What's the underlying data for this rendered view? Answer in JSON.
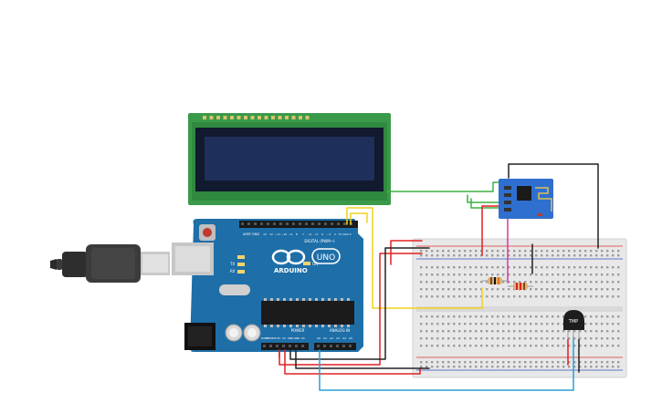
{
  "arduino": {
    "brand": "ARDUINO",
    "model": "UNO",
    "header_digital": "DIGITAL (PWM~)",
    "header_power": "POWER",
    "header_analog": "ANALOG IN",
    "label_aref": "AREF",
    "label_gnd": "GND",
    "label_tx": "TX",
    "label_rx": "RX",
    "label_on": "ON",
    "power_pins": [
      "IOREF",
      "RESET",
      "3.3V",
      "5V",
      "GND",
      "GND",
      "Vin"
    ],
    "analog_pins": [
      "A0",
      "A1",
      "A2",
      "A3",
      "A4",
      "A5"
    ],
    "digital_pins": [
      "13",
      "12",
      "~11",
      "~10",
      "~9",
      "8",
      "7",
      "~6",
      "~5",
      "4",
      "~3",
      "2",
      "TX 1",
      "RX 0"
    ]
  },
  "sensor": {
    "label": "TMP"
  },
  "lcd": {
    "pin_count": 16,
    "screen_color": "#1f2f5c",
    "pcb_color": "#3a9a4a"
  },
  "colors": {
    "wire_red": "#e02020",
    "wire_black": "#222222",
    "wire_yellow": "#f2d21c",
    "wire_green": "#3cb043",
    "wire_blue": "#2a9fd6",
    "wire_magenta": "#d63aa0",
    "board_blue": "#1e6fa8",
    "esp_blue": "#2e6fcf",
    "breadboard": "#e8e8e8"
  },
  "icons": [
    "usb-cable-icon"
  ]
}
